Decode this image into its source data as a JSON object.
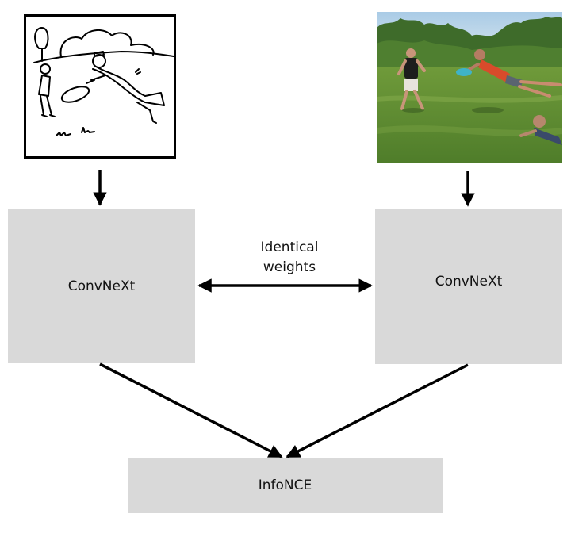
{
  "encoders": {
    "left_label": "ConvNeXt",
    "right_label": "ConvNeXt"
  },
  "shared": {
    "line1": "Identical",
    "line2": "weights"
  },
  "loss": {
    "label": "InfoNCE"
  },
  "inputs": {
    "sketch_icon": "sketch-drawing-icon",
    "photo_icon": "photo-frisbee-icon"
  }
}
